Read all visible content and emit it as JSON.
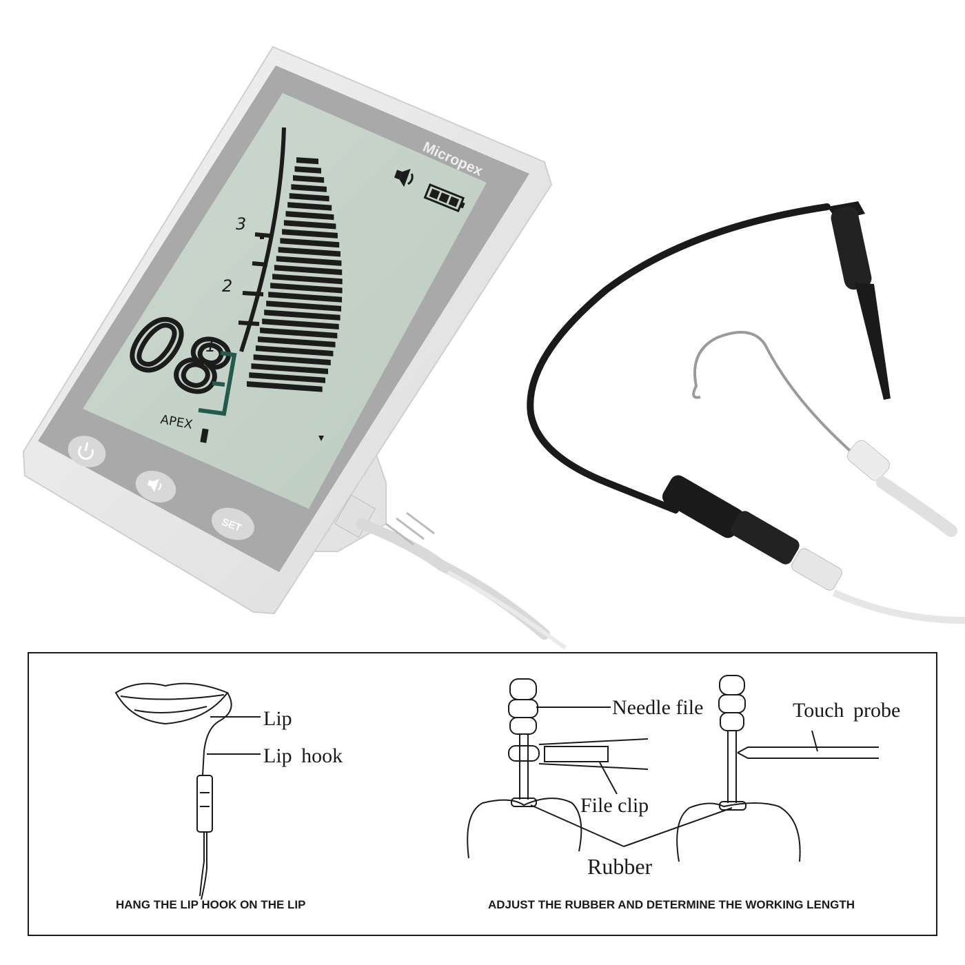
{
  "device": {
    "brand": "Micropex",
    "reading": "08",
    "scale_labels": [
      "3",
      "2",
      "1"
    ],
    "apex_label": "APEX",
    "buttons": {
      "power": "power",
      "sound": "sound",
      "set": "SET"
    },
    "bar_fill_fraction": 1.0,
    "battery_level": 1.0,
    "lcd_color": "#c9d6cc",
    "bezel_color": "#aaaaaa",
    "indicator_color": "#245a4e"
  },
  "diagram_left": {
    "labels": {
      "lip": "Lip",
      "lip_hook": "Lip hook"
    },
    "caption": "HANG THE LIP HOOK ON THE LIP"
  },
  "diagram_right": {
    "labels": {
      "needle_file": "Needle file",
      "touch_probe": "Touch probe",
      "file_clip": "File clip",
      "rubber": "Rubber"
    },
    "caption": "ADJUST THE RUBBER AND DETERMINE THE WORKING LENGTH"
  }
}
